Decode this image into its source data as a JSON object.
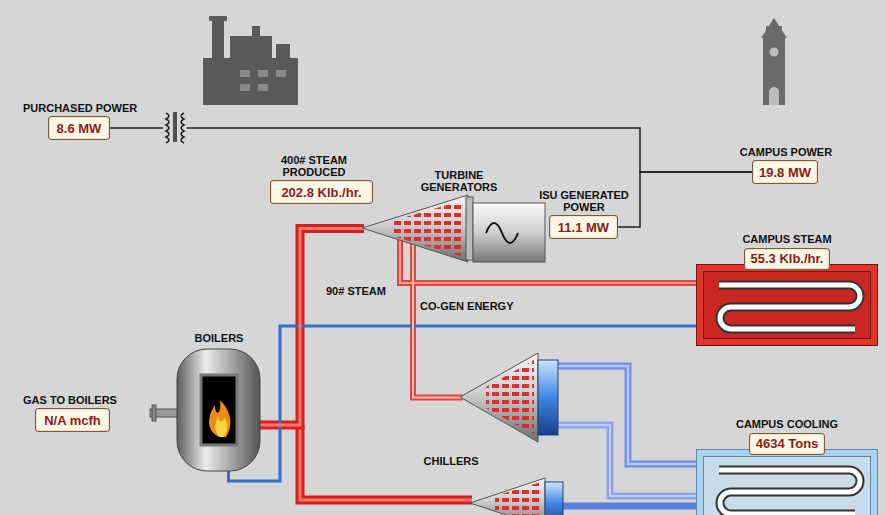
{
  "diagram": {
    "nodes": [
      {
        "text": [
          "PURCHASED POWER",
          "8.6 MW"
        ]
      },
      {
        "text": [
          "400# STEAM PRODUCED",
          "202.8 Klb./hr."
        ]
      },
      {
        "text": [
          "TURBINE GENERATORS"
        ]
      },
      {
        "text": [
          "ISU GENERATED POWER",
          "11.1 MW"
        ]
      },
      {
        "text": [
          "CAMPUS POWER",
          "19.8 MW"
        ]
      },
      {
        "text": [
          "CAMPUS STEAM",
          "55.3 Klb./hr."
        ]
      },
      {
        "text": [
          "BOILERS"
        ]
      },
      {
        "text": [
          "GAS TO BOILERS",
          "N/A mcfh"
        ]
      },
      {
        "text": [
          "CHILLERS"
        ]
      },
      {
        "text": [
          "CAMPUS COOLING",
          "4634 Tons"
        ]
      }
    ],
    "edges": [
      {
        "from": 0,
        "to": 4,
        "arrow": "none"
      },
      {
        "from": 3,
        "to": 4,
        "arrow": "none"
      },
      {
        "from": 6,
        "to": 2,
        "arrow": "none"
      },
      {
        "from": 2,
        "to": 5,
        "arrow": "none"
      },
      {
        "from": 2,
        "to": 8,
        "arrow": "none"
      },
      {
        "from": 5,
        "to": 6,
        "arrow": "none"
      },
      {
        "from": 8,
        "to": 9,
        "arrow": "none"
      }
    ],
    "labels": [
      "90# STEAM",
      "CO-GEN ENERGY"
    ]
  }
}
